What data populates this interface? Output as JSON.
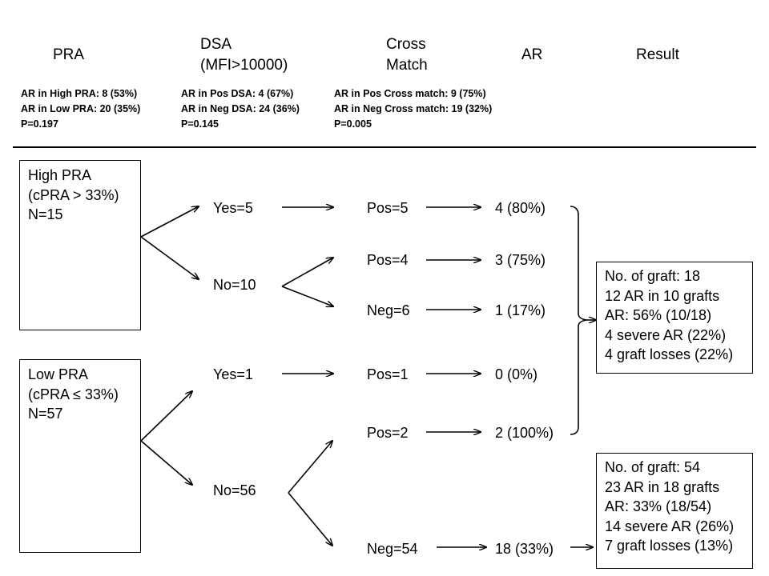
{
  "headers": {
    "pra": "PRA",
    "dsa_line1": "DSA",
    "dsa_line2": "(MFI>10000)",
    "cross_line1": "Cross",
    "cross_line2": "Match",
    "ar": "AR",
    "result": "Result"
  },
  "stats": {
    "pra": [
      "AR in High PRA: 8 (53%)",
      "AR in Low PRA: 20 (35%)",
      "P=0.197"
    ],
    "dsa": [
      "AR in Pos DSA: 4 (67%)",
      "AR in Neg DSA: 24 (36%)",
      "P=0.145"
    ],
    "cross": [
      "AR in Pos Cross match: 9 (75%)",
      "AR in Neg Cross match: 19 (32%)",
      "P=0.005"
    ]
  },
  "high_pra": [
    "High PRA",
    "(cPRA > 33%)",
    "N=15"
  ],
  "low_pra": [
    "Low PRA",
    "(cPRA ≤ 33%)",
    "N=57"
  ],
  "dsa_nodes": {
    "high_yes": "Yes=5",
    "high_no": "No=10",
    "low_yes": "Yes=1",
    "low_no": "No=56"
  },
  "cross_nodes": {
    "high_yes_pos": "Pos=5",
    "high_no_pos": "Pos=4",
    "high_no_neg": "Neg=6",
    "low_yes_pos": "Pos=1",
    "low_no_pos": "Pos=2",
    "low_no_neg": "Neg=54"
  },
  "ar_nodes": {
    "a1": "4 (80%)",
    "a2": "3 (75%)",
    "a3": "1 (17%)",
    "a4": "0 (0%)",
    "a5": "2 (100%)",
    "a6": "18 (33%)"
  },
  "result_top": [
    "No. of graft: 18",
    "12 AR in 10 grafts",
    "AR: 56% (10/18)",
    "4 severe AR (22%)",
    "4 graft losses (22%)"
  ],
  "result_bottom": [
    "No. of graft: 54",
    "23 AR in 18 grafts",
    "AR: 33% (18/54)",
    "14 severe AR (26%)",
    "7 graft losses (13%)"
  ]
}
